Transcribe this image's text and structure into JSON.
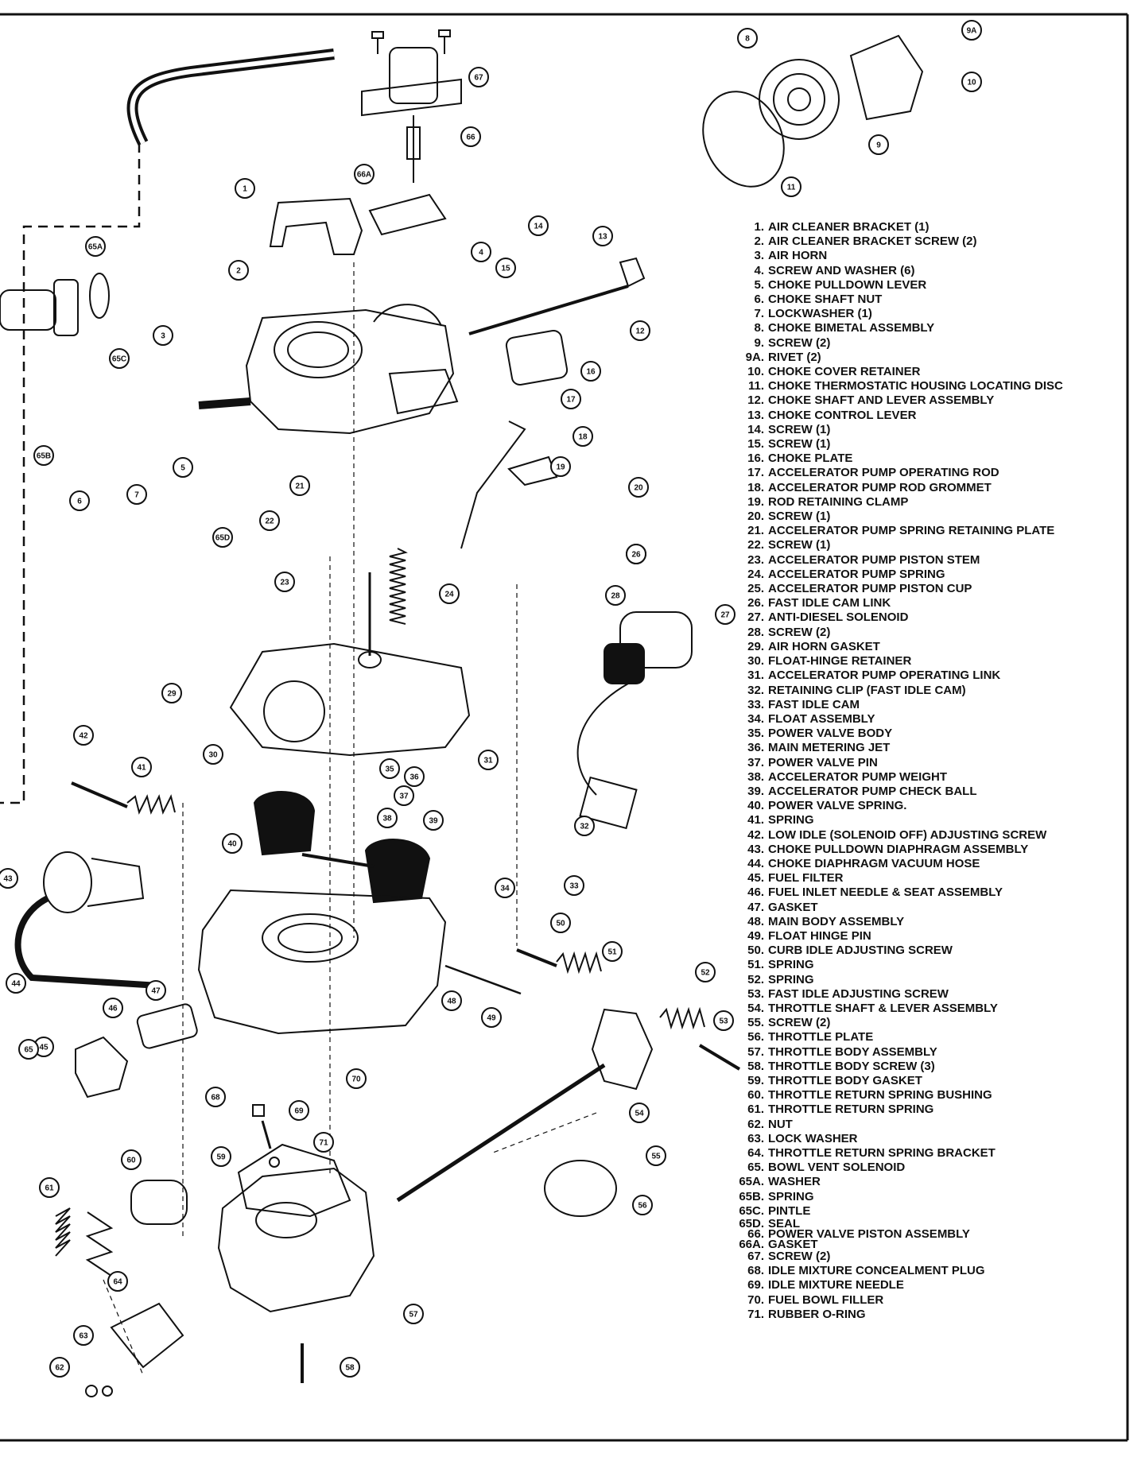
{
  "legend": {
    "items": [
      {
        "num": "1.",
        "label": "AIR CLEANER BRACKET (1)"
      },
      {
        "num": "2.",
        "label": "AIR CLEANER BRACKET SCREW (2)"
      },
      {
        "num": "3.",
        "label": "AIR HORN"
      },
      {
        "num": "4.",
        "label": "SCREW AND WASHER (6)"
      },
      {
        "num": "5.",
        "label": "CHOKE PULLDOWN LEVER"
      },
      {
        "num": "6.",
        "label": "CHOKE SHAFT NUT"
      },
      {
        "num": "7.",
        "label": "LOCKWASHER (1)"
      },
      {
        "num": "8.",
        "label": "CHOKE BIMETAL ASSEMBLY"
      },
      {
        "num": "9.",
        "label": "SCREW (2)"
      },
      {
        "num": "9A.",
        "label": "RIVET (2)"
      },
      {
        "num": "10.",
        "label": "CHOKE COVER RETAINER"
      },
      {
        "num": "11.",
        "label": "CHOKE THERMOSTATIC HOUSING LOCATING DISC"
      },
      {
        "num": "12.",
        "label": "CHOKE SHAFT AND LEVER ASSEMBLY"
      },
      {
        "num": "13.",
        "label": "CHOKE CONTROL LEVER"
      },
      {
        "num": "14.",
        "label": "SCREW (1)"
      },
      {
        "num": "15.",
        "label": "SCREW (1)"
      },
      {
        "num": "16.",
        "label": "CHOKE PLATE"
      },
      {
        "num": "17.",
        "label": "ACCELERATOR PUMP OPERATING ROD"
      },
      {
        "num": "18.",
        "label": "ACCELERATOR PUMP ROD GROMMET"
      },
      {
        "num": "19.",
        "label": "ROD RETAINING CLAMP"
      },
      {
        "num": "20.",
        "label": "SCREW (1)"
      },
      {
        "num": "21.",
        "label": "ACCELERATOR PUMP SPRING RETAINING PLATE"
      },
      {
        "num": "22.",
        "label": "SCREW (1)"
      },
      {
        "num": "23.",
        "label": "ACCELERATOR PUMP PISTON STEM"
      },
      {
        "num": "24.",
        "label": "ACCELERATOR PUMP SPRING"
      },
      {
        "num": "25.",
        "label": "ACCELERATOR PUMP PISTON CUP"
      },
      {
        "num": "26.",
        "label": "FAST IDLE CAM LINK"
      },
      {
        "num": "27.",
        "label": "ANTI-DIESEL SOLENOID"
      },
      {
        "num": "28.",
        "label": "SCREW (2)"
      },
      {
        "num": "29.",
        "label": "AIR HORN GASKET"
      },
      {
        "num": "30.",
        "label": "FLOAT-HINGE RETAINER"
      },
      {
        "num": "31.",
        "label": "ACCELERATOR PUMP OPERATING LINK"
      },
      {
        "num": "32.",
        "label": "RETAINING CLIP (FAST IDLE CAM)"
      },
      {
        "num": "33.",
        "label": "FAST IDLE CAM"
      },
      {
        "num": "34.",
        "label": "FLOAT ASSEMBLY"
      },
      {
        "num": "35.",
        "label": "POWER VALVE BODY"
      },
      {
        "num": "36.",
        "label": "MAIN METERING JET"
      },
      {
        "num": "37.",
        "label": "POWER VALVE PIN"
      },
      {
        "num": "38.",
        "label": "ACCELERATOR PUMP WEIGHT"
      },
      {
        "num": "39.",
        "label": "ACCELERATOR PUMP CHECK BALL"
      },
      {
        "num": "40.",
        "label": "POWER VALVE SPRING."
      },
      {
        "num": "41.",
        "label": "SPRING"
      },
      {
        "num": "42.",
        "label": "LOW IDLE (SOLENOID OFF) ADJUSTING SCREW"
      },
      {
        "num": "43.",
        "label": "CHOKE PULLDOWN DIAPHRAGM ASSEMBLY"
      },
      {
        "num": "44.",
        "label": "CHOKE DIAPHRAGM VACUUM HOSE"
      },
      {
        "num": "45.",
        "label": "FUEL FILTER"
      },
      {
        "num": "46.",
        "label": "FUEL INLET NEEDLE & SEAT ASSEMBLY"
      },
      {
        "num": "47.",
        "label": "GASKET"
      },
      {
        "num": "48.",
        "label": "MAIN BODY ASSEMBLY"
      },
      {
        "num": "49.",
        "label": "FLOAT HINGE PIN"
      },
      {
        "num": "50.",
        "label": "CURB IDLE ADJUSTING SCREW"
      },
      {
        "num": "51.",
        "label": "SPRING"
      },
      {
        "num": "52.",
        "label": "SPRING"
      },
      {
        "num": "53.",
        "label": "FAST IDLE ADJUSTING SCREW"
      },
      {
        "num": "54.",
        "label": "THROTTLE SHAFT & LEVER ASSEMBLY"
      },
      {
        "num": "55.",
        "label": "SCREW (2)"
      },
      {
        "num": "56.",
        "label": "THROTTLE PLATE"
      },
      {
        "num": "57.",
        "label": "THROTTLE BODY ASSEMBLY"
      },
      {
        "num": "58.",
        "label": "THROTTLE BODY SCREW (3)"
      },
      {
        "num": "59.",
        "label": "THROTTLE BODY GASKET"
      },
      {
        "num": "60.",
        "label": "THROTTLE RETURN SPRING BUSHING"
      },
      {
        "num": "61.",
        "label": "THROTTLE RETURN SPRING"
      },
      {
        "num": "62.",
        "label": "NUT"
      },
      {
        "num": "63.",
        "label": "LOCK WASHER"
      },
      {
        "num": "64.",
        "label": "THROTTLE RETURN SPRING BRACKET"
      },
      {
        "num": "65.",
        "label": "BOWL VENT SOLENOID"
      },
      {
        "num": "65A.",
        "label": "WASHER"
      },
      {
        "num": "65B.",
        "label": "SPRING"
      },
      {
        "num": "65C.",
        "label": "PINTLE"
      },
      {
        "num": "65D.",
        "label": "SEAL"
      },
      {
        "num": "66.",
        "label": "POWER VALVE PISTON ASSEMBLY"
      },
      {
        "num": "66A.",
        "label": "GASKET"
      },
      {
        "num": "67.",
        "label": "SCREW (2)"
      },
      {
        "num": "68.",
        "label": "IDLE MIXTURE CONCEALMENT PLUG"
      },
      {
        "num": "69.",
        "label": "IDLE MIXTURE NEEDLE"
      },
      {
        "num": "70.",
        "label": "FUEL BOWL FILLER"
      },
      {
        "num": "71.",
        "label": "RUBBER O-RING"
      }
    ]
  },
  "callouts": [
    "1",
    "2",
    "3",
    "4",
    "5",
    "6",
    "7",
    "8",
    "9",
    "9A",
    "10",
    "11",
    "12",
    "13",
    "14",
    "15",
    "16",
    "17",
    "18",
    "19",
    "20",
    "21",
    "22",
    "23",
    "24",
    "25",
    "26",
    "27",
    "28",
    "29",
    "30",
    "31",
    "32",
    "33",
    "34",
    "35",
    "36",
    "37",
    "38",
    "39",
    "40",
    "41",
    "42",
    "43",
    "44",
    "45",
    "46",
    "47",
    "48",
    "49",
    "50",
    "51",
    "52",
    "53",
    "54",
    "55",
    "56",
    "57",
    "58",
    "59",
    "60",
    "61",
    "62",
    "63",
    "64",
    "65",
    "65A",
    "65B",
    "65C",
    "65D",
    "66",
    "66A",
    "67",
    "68",
    "69",
    "70",
    "71"
  ]
}
